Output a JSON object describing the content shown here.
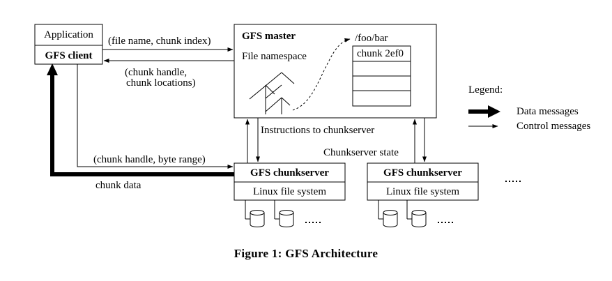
{
  "client": {
    "application_label": "Application",
    "client_label": "GFS client"
  },
  "master": {
    "title": "GFS master",
    "namespace_label": "File namespace",
    "path_label": "/foo/bar",
    "chunk_label": "chunk 2ef0"
  },
  "messages": {
    "request": "(file name, chunk index)",
    "reply_line1": "(chunk handle,",
    "reply_line2": "chunk locations)",
    "instructions": "Instructions to chunkserver",
    "chunkserver_state": "Chunkserver state",
    "data_request": "(chunk handle, byte range)",
    "chunk_data": "chunk data"
  },
  "chunkservers": [
    {
      "title": "GFS chunkserver",
      "fs_label": "Linux file system"
    },
    {
      "title": "GFS chunkserver",
      "fs_label": "Linux file system"
    }
  ],
  "legend": {
    "title": "Legend:",
    "data_label": "Data messages",
    "control_label": "Control messages"
  },
  "caption": "Figure 1:  GFS Architecture"
}
